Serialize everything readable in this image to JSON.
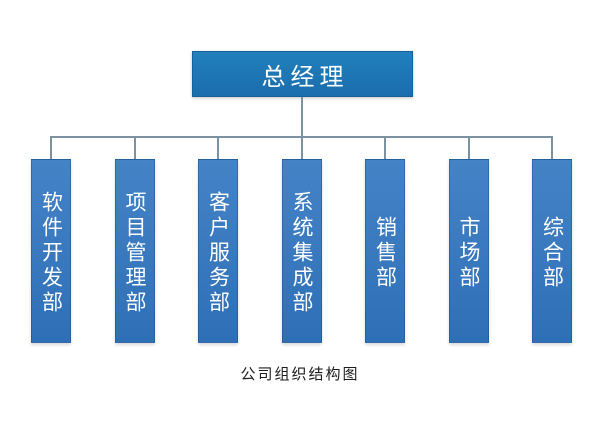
{
  "org_chart": {
    "root": {
      "label": "总经理"
    },
    "departments": [
      {
        "label": "软件开发部"
      },
      {
        "label": "项目管理部"
      },
      {
        "label": "客户服务部"
      },
      {
        "label": "系统集成部"
      },
      {
        "label": "销售部"
      },
      {
        "label": "市场部"
      },
      {
        "label": "综合部"
      }
    ],
    "caption": "公司组织结构图",
    "colors": {
      "root_box_top": "#2280bd",
      "root_box_bottom": "#1a6dac",
      "dept_box_top": "#4583c7",
      "dept_box_bottom": "#2e6fb6",
      "box_border": "#15619b",
      "connector": "#7d92a1",
      "box_text": "#ffffff",
      "caption_text": "#1c1c1c"
    }
  }
}
